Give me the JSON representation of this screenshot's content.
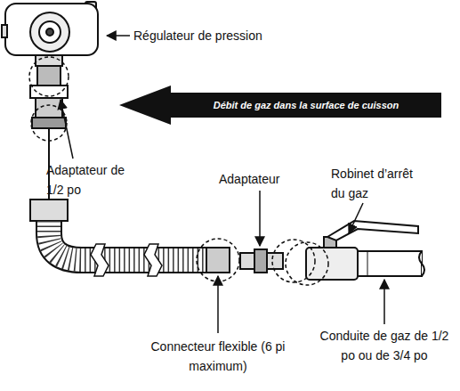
{
  "diagram": {
    "nodes": [
      {
        "text": [
          "Débit de gaz dans la surface de cuisson"
        ]
      }
    ],
    "labels": [
      "Régulateur de pression",
      "Adaptateur de 1/2 po",
      "Adaptateur",
      "Robinet d’arrêt du gaz",
      "Connecteur flexible (6 pi maximum)",
      "Conduite de gaz de 1/2 po ou de 3/4 po"
    ]
  }
}
